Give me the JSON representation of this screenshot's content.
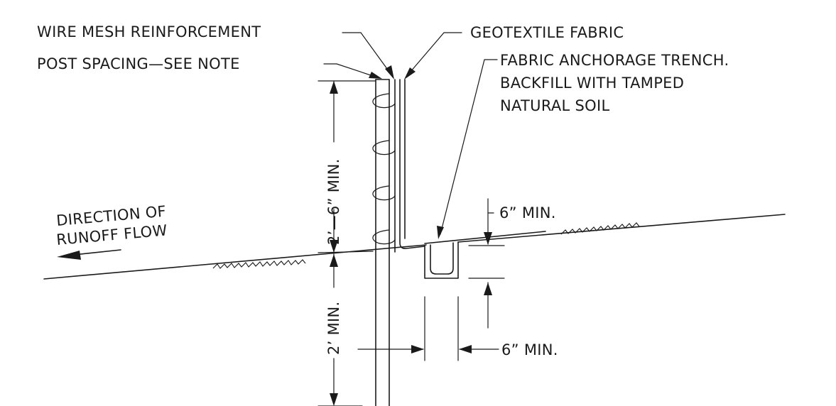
{
  "labels": {
    "wire_mesh": "WIRE MESH REINFORCEMENT",
    "post_spacing": "POST SPACING—SEE NOTE",
    "geotextile": "GEOTEXTILE FABRIC",
    "trench_line1": "FABRIC ANCHORAGE TRENCH.",
    "trench_line2": "BACKFILL WITH TAMPED",
    "trench_line3": "NATURAL SOIL",
    "direction_line1": "DIRECTION OF",
    "direction_line2": "RUNOFF FLOW",
    "height_above": "2’—6” MIN.",
    "depth_below": "2’ MIN.",
    "trench_depth": "6” MIN.",
    "trench_offset": "6” MIN."
  }
}
